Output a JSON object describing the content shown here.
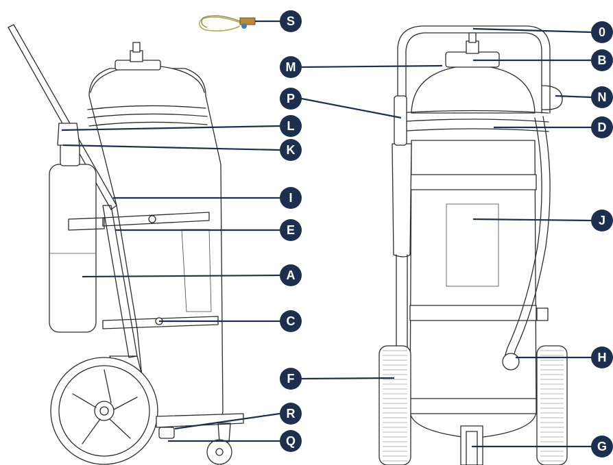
{
  "diagram": {
    "colors": {
      "badge": "#1c2f4f",
      "badge_text": "#ffffff",
      "line_art": "#2b2b2b"
    },
    "callouts": [
      {
        "id": "S",
        "label": "S"
      },
      {
        "id": "O",
        "label": "0"
      },
      {
        "id": "B",
        "label": "B"
      },
      {
        "id": "M",
        "label": "M"
      },
      {
        "id": "N",
        "label": "N"
      },
      {
        "id": "P",
        "label": "P"
      },
      {
        "id": "L",
        "label": "L"
      },
      {
        "id": "D",
        "label": "D"
      },
      {
        "id": "K",
        "label": "K"
      },
      {
        "id": "I",
        "label": "I"
      },
      {
        "id": "J",
        "label": "J"
      },
      {
        "id": "E",
        "label": "E"
      },
      {
        "id": "A",
        "label": "A"
      },
      {
        "id": "C",
        "label": "C"
      },
      {
        "id": "H",
        "label": "H"
      },
      {
        "id": "F",
        "label": "F"
      },
      {
        "id": "R",
        "label": "R"
      },
      {
        "id": "Q",
        "label": "Q"
      },
      {
        "id": "G",
        "label": "G"
      }
    ]
  }
}
